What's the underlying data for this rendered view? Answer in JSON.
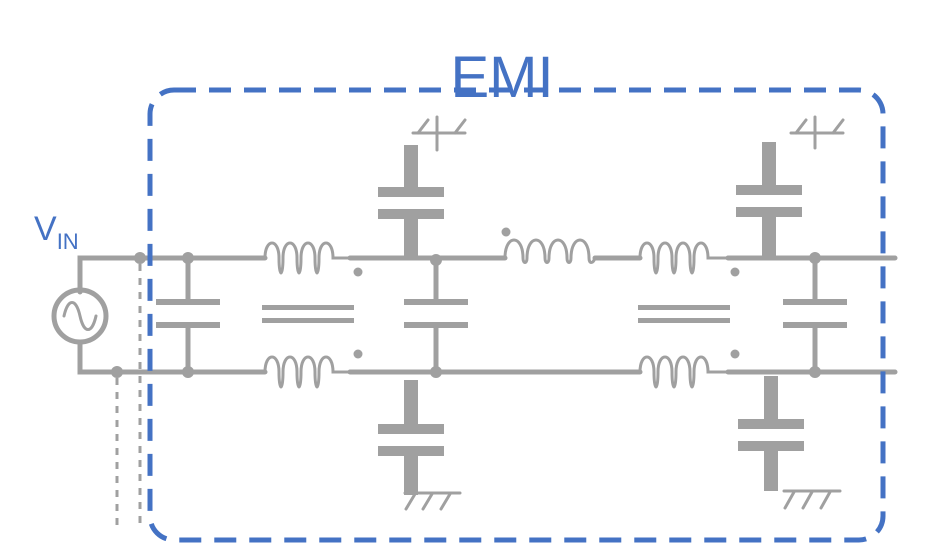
{
  "diagram": {
    "emi_label": "EMI",
    "source_label": "V",
    "source_subscript": "IN"
  },
  "colors": {
    "wire": "#a0a0a0",
    "emi_box": "#4472c4",
    "label": "#4472c4"
  },
  "components": {
    "source": "ac-voltage-source-icon",
    "capacitors": "capacitor-icon",
    "inductors": "inductor-icon",
    "common_mode_choke": "common-mode-choke-icon",
    "ground": "chassis-ground-icon"
  }
}
